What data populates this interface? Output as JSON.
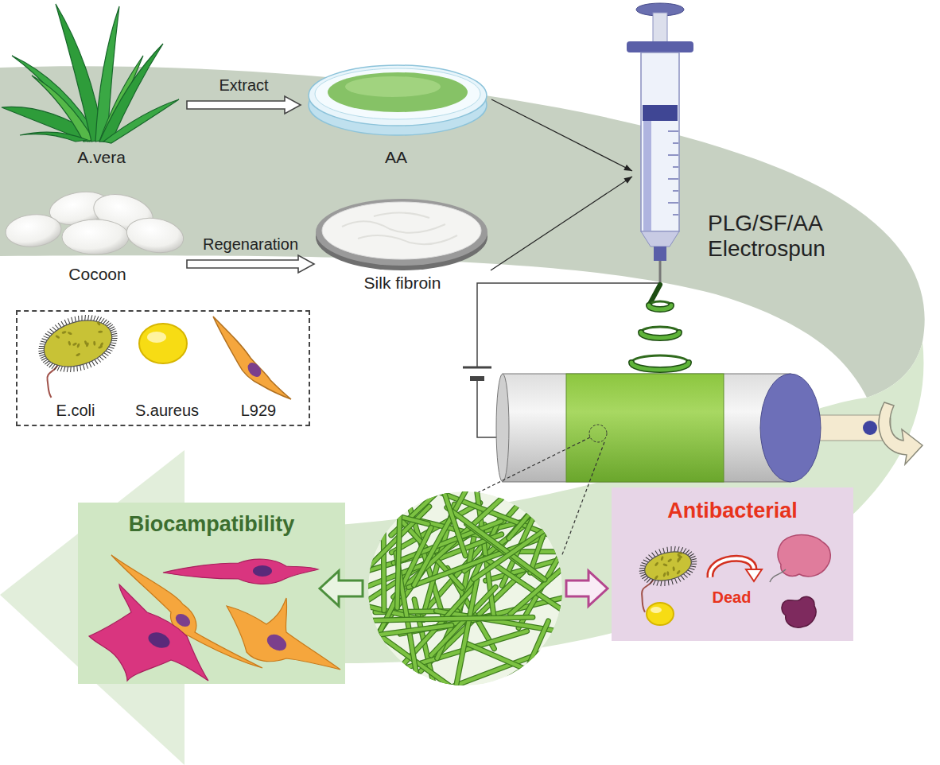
{
  "diagram": {
    "nodes": [
      {
        "text": [
          "A.vera"
        ]
      },
      {
        "text": [
          "AA"
        ]
      },
      {
        "text": [
          "Cocoon"
        ]
      },
      {
        "text": [
          "Silk fibroin"
        ]
      },
      {
        "text": [
          "PLG/SF/AA Electrospun"
        ]
      },
      {
        "text": [
          "E.coli",
          "S.aureus",
          "L929"
        ]
      },
      {
        "text": [
          "Biocampatibility"
        ]
      },
      {
        "text": [
          "Antibacterial"
        ]
      }
    ],
    "edges": [
      {
        "from": 0,
        "to": 1,
        "arrow": "to",
        "label": "Extract"
      },
      {
        "from": 2,
        "to": 3,
        "arrow": "to",
        "label": "Regenaration"
      },
      {
        "from": 1,
        "to": 4,
        "arrow": "to"
      },
      {
        "from": 3,
        "to": 4,
        "arrow": "to"
      }
    ],
    "labels": [
      "Dead"
    ]
  }
}
